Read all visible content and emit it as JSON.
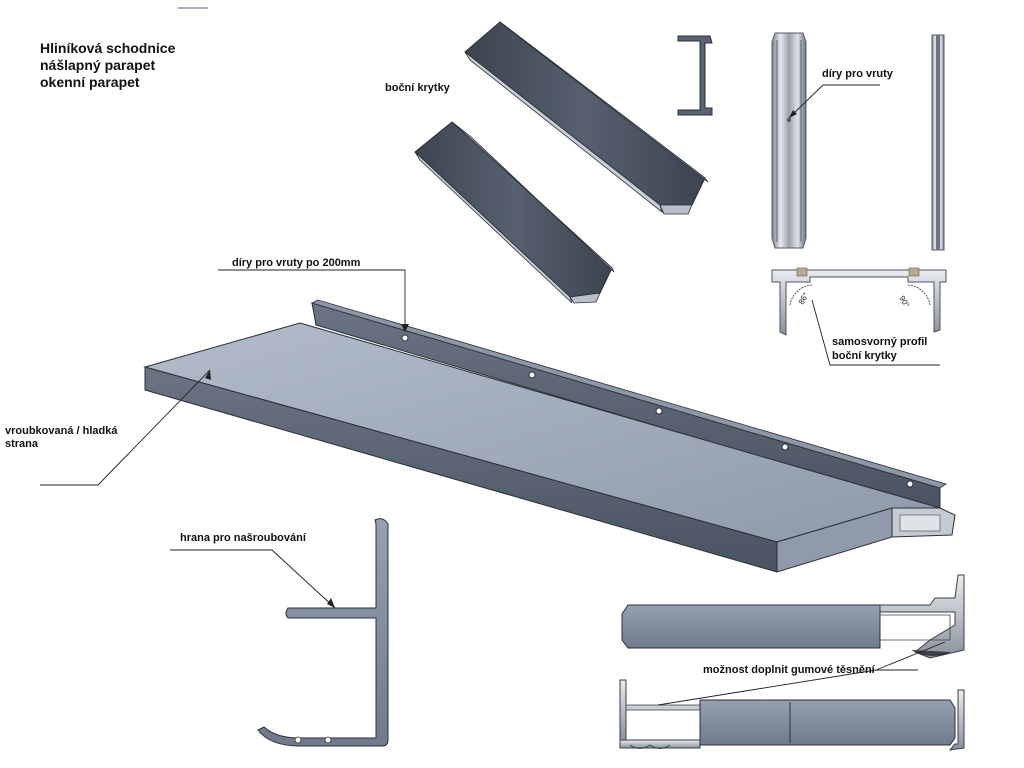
{
  "title": {
    "line1": "Hliníková schodnice",
    "line2": "nášlapný parapet",
    "line3": "okenní parapet"
  },
  "labels": {
    "side_caps": "boční krytky",
    "screw_holes": "díry pro vruty",
    "screw_holes_200": "díry pro vruty po 200mm",
    "self_locking_1": "samosvorný profil",
    "self_locking_2": "boční krytky",
    "surface_1": "vroubkovaná / hladká",
    "surface_2": "strana",
    "screw_edge": "hrana pro našroubování",
    "rubber_seal": "možnost doplnit gumové těsnění",
    "angle_left": "86°",
    "angle_right": "90°"
  },
  "colors": {
    "metal_dark": "#4f5866",
    "metal_mid": "#7f8a9a",
    "metal_top": "#a2adbb",
    "outline": "#2b2f36"
  }
}
